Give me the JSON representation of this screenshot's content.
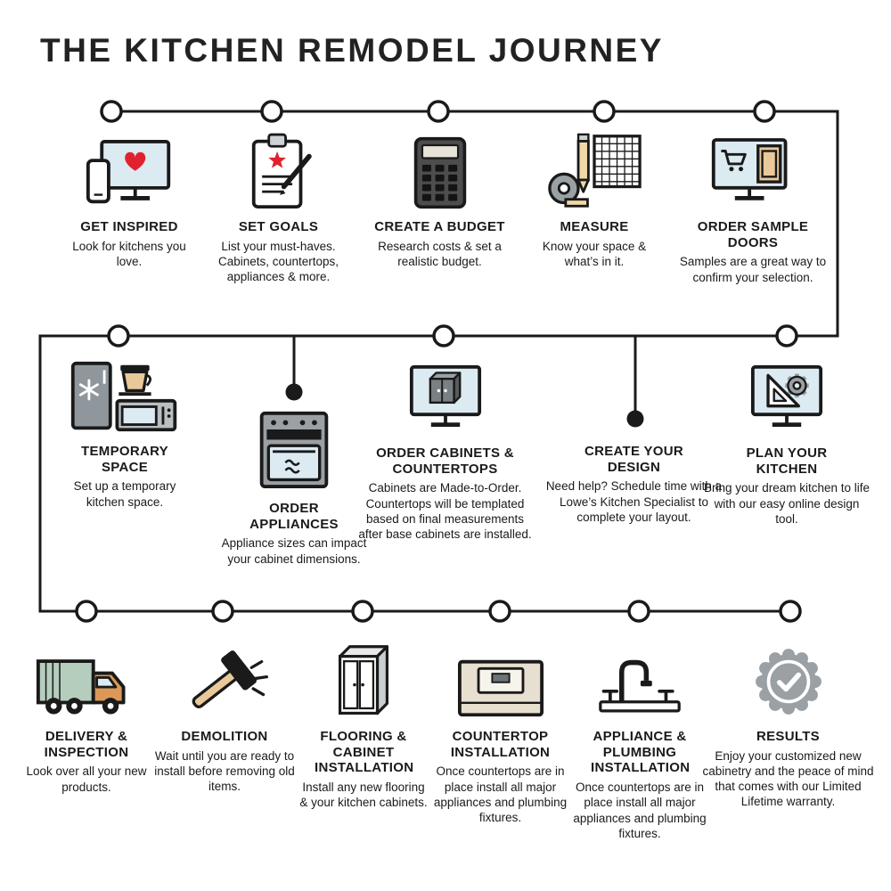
{
  "title": "THE KITCHEN REMODEL JOURNEY",
  "colors": {
    "line": "#1a1a1a",
    "accent_red": "#e0222e",
    "screen_blue": "#dceaf2",
    "tan": "#e9c89a",
    "gray": "#9aa0a4",
    "sage": "#b5cdbd",
    "cab_orange": "#dc9857"
  },
  "steps": {
    "get_inspired": {
      "title": "GET INSPIRED",
      "desc": "Look for kitchens you love.",
      "icon": "monitor-heart-phone-icon"
    },
    "set_goals": {
      "title": "SET GOALS",
      "desc": "List your must-haves. Cabinets, countertops, appliances & more.",
      "icon": "clipboard-star-pen-icon"
    },
    "create_budget": {
      "title": "CREATE A BUDGET",
      "desc": "Research costs & set a realistic budget.",
      "icon": "calculator-icon"
    },
    "measure": {
      "title": "MEASURE",
      "desc": "Know your space & what’s in it.",
      "icon": "tape-measure-pencil-grid-icon"
    },
    "order_sample_doors": {
      "title": "ORDER SAMPLE DOORS",
      "desc": "Samples are a great way to confirm your selection.",
      "icon": "monitor-cart-door-icon"
    },
    "temporary_space": {
      "title": "TEMPORARY SPACE",
      "desc": "Set up a temporary kitchen space.",
      "icon": "fridge-coffee-microwave-icon"
    },
    "order_appliances": {
      "title": "ORDER APPLIANCES",
      "desc": "Appliance sizes can impact your cabinet dimensions.",
      "icon": "range-oven-icon"
    },
    "order_cabinets": {
      "title": "ORDER CABINETS & COUNTERTOPS",
      "desc": "Cabinets are Made-to-Order. Countertops will be templated based on final measurements after base cabinets are installed.",
      "icon": "monitor-cabinet-icon"
    },
    "create_design": {
      "title": "CREATE YOUR DESIGN",
      "desc": "Need help? Schedule time with a Lowe’s Kitchen Specialist to complete your layout.",
      "icon": ""
    },
    "plan_kitchen": {
      "title": "PLAN YOUR KITCHEN",
      "desc": "Bring your dream kitchen to life with our easy online design tool.",
      "icon": "monitor-ruler-gear-icon"
    },
    "delivery_inspection": {
      "title": "DELIVERY & INSPECTION",
      "desc": "Look over all your new products.",
      "icon": "delivery-truck-icon"
    },
    "demolition": {
      "title": "DEMOLITION",
      "desc": "Wait until you are ready to install before removing old items.",
      "icon": "sledgehammer-icon"
    },
    "flooring_cabinet_installation": {
      "title": "FLOORING & CABINET INSTALLATION",
      "desc": "Install any new flooring & your kitchen cabinets.",
      "icon": "cabinet-icon"
    },
    "countertop_installation": {
      "title": "COUNTERTOP INSTALLATION",
      "desc": "Once countertops are in place install all major appliances and plumbing fixtures.",
      "icon": "countertop-sink-icon"
    },
    "appliance_plumbing_installation": {
      "title": "APPLIANCE & PLUMBING INSTALLATION",
      "desc": "Once countertops are in place install all major appliances and plumbing fixtures.",
      "icon": "faucet-icon"
    },
    "results": {
      "title": "RESULTS",
      "desc": "Enjoy your customized new cabinetry and the peace of mind that comes with our Limited Lifetime warranty.",
      "icon": "warranty-seal-check-icon"
    }
  }
}
